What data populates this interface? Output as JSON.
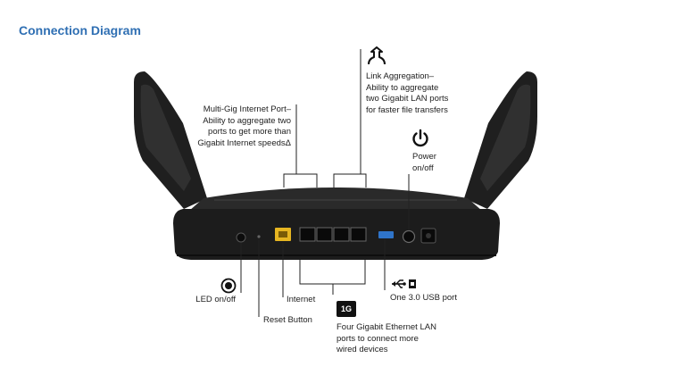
{
  "title": "Connection Diagram",
  "callouts": {
    "multi_gig": [
      "Multi-Gig Internet Port–",
      "Ability to aggregate two",
      "ports to get more than",
      "Gigabit Internet speedsΔ"
    ],
    "link_aggregation": [
      "Link Aggregation–",
      "Ability to aggregate",
      "two Gigabit LAN ports",
      "for faster file transfers"
    ],
    "power": [
      "Power",
      "on/off"
    ],
    "led": "LED on/off",
    "internet": "Internet",
    "reset": "Reset Button",
    "usb": "One 3.0 USB port",
    "lan": [
      "Four Gigabit Ethernet LAN",
      "ports to connect more",
      "wired devices"
    ],
    "lan_badge": "1G"
  },
  "colors": {
    "title": "#2f6fb3",
    "router_body": "#222222",
    "internet_port": "#e6b521",
    "usb_port": "#2f74c9"
  },
  "icons": [
    "link-aggregation-icon",
    "power-icon",
    "led-icon",
    "usb-icon",
    "gigabit-icon"
  ]
}
